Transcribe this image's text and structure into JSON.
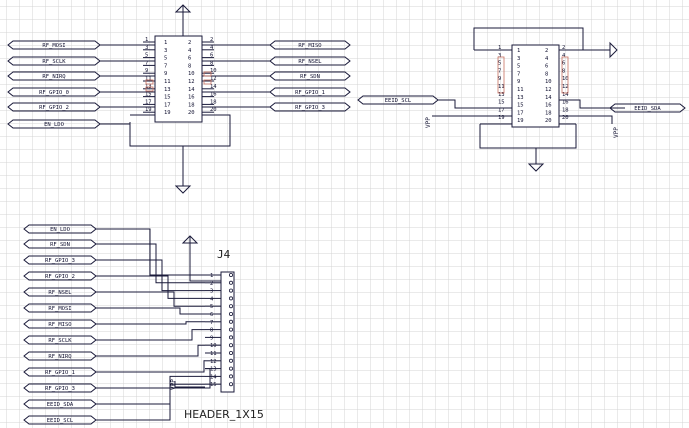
{
  "connector_u1": {
    "pins": [
      "1",
      "2",
      "3",
      "4",
      "5",
      "6",
      "7",
      "8",
      "9",
      "10",
      "11",
      "12",
      "13",
      "14",
      "15",
      "16",
      "17",
      "18",
      "19",
      "20"
    ]
  },
  "connector_u2": {
    "pins": [
      "1",
      "2",
      "3",
      "4",
      "5",
      "6",
      "7",
      "8",
      "9",
      "10",
      "11",
      "12",
      "13",
      "14",
      "15",
      "16",
      "17",
      "18",
      "19",
      "20"
    ]
  },
  "u1_left_nets": [
    "RF_MOSI",
    "RF_SCLK",
    "RF_NIRQ",
    "RF_GPIO_0",
    "RF_GPIO_2",
    "EN_LDO"
  ],
  "u1_right_nets": [
    "RF_MISO",
    "RF_NSEL",
    "RF_SDN",
    "RF_GPIO_1",
    "RF_GPIO_3"
  ],
  "u2_nets": {
    "scl": "EEID_SCL",
    "sda": "EEID_SDA"
  },
  "u2_power": [
    "VPP",
    "VPP"
  ],
  "j4": {
    "ref": "J4",
    "value": "HEADER_1X15",
    "pins": [
      "1",
      "2",
      "3",
      "4",
      "5",
      "6",
      "7",
      "8",
      "9",
      "10",
      "11",
      "12",
      "13",
      "14",
      "15"
    ],
    "nets": [
      "EN_LDO",
      "RF_SDN",
      "RF_GPIO_3",
      "RF_GPIO_2",
      "RF_NSEL",
      "RF_MOSI",
      "RF_MISO",
      "RF_SCLK",
      "RF_NIRQ",
      "RF_GPIO_1",
      "RF_GPIO_3",
      "EEID_SDA",
      "EEID_SCL"
    ],
    "power": "VPP"
  },
  "colors": {
    "grid": "#d4d4d4",
    "wire": "#1a1a3a",
    "nc": "#c87060"
  }
}
